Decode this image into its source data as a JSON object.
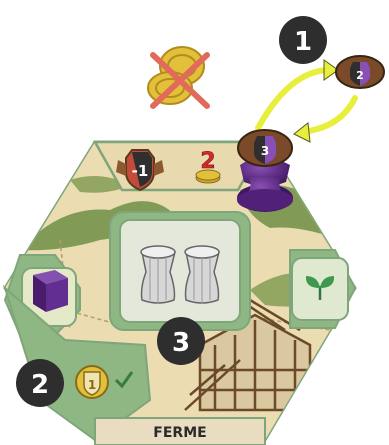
{
  "tile": {
    "name": "FERME",
    "cost_badge": "-1",
    "coin_count": "2",
    "reward_shield": "1"
  },
  "markers": {
    "step1": "1",
    "step2": "2",
    "step3": "3",
    "track_current": "3",
    "track_next": "2"
  },
  "icons": {
    "no_coins": "crossed-coins-icon",
    "pawn": "purple-pawn-icon",
    "cube": "purple-cube-icon",
    "hay": "haystack-icon",
    "sprout": "sprout-icon",
    "check": "check-icon"
  },
  "colors": {
    "tile_beige": "#efe1b9",
    "tile_green": "#8fb784",
    "tile_border": "#7ea67a",
    "arrow_yellow": "#e7ee3c",
    "marker_brown": "#7a4a2a",
    "marker_dark": "#2f2f2f",
    "purple": "#5d2a84",
    "coin_gold": "#e2c03a",
    "cross_red": "#e26a5a"
  }
}
